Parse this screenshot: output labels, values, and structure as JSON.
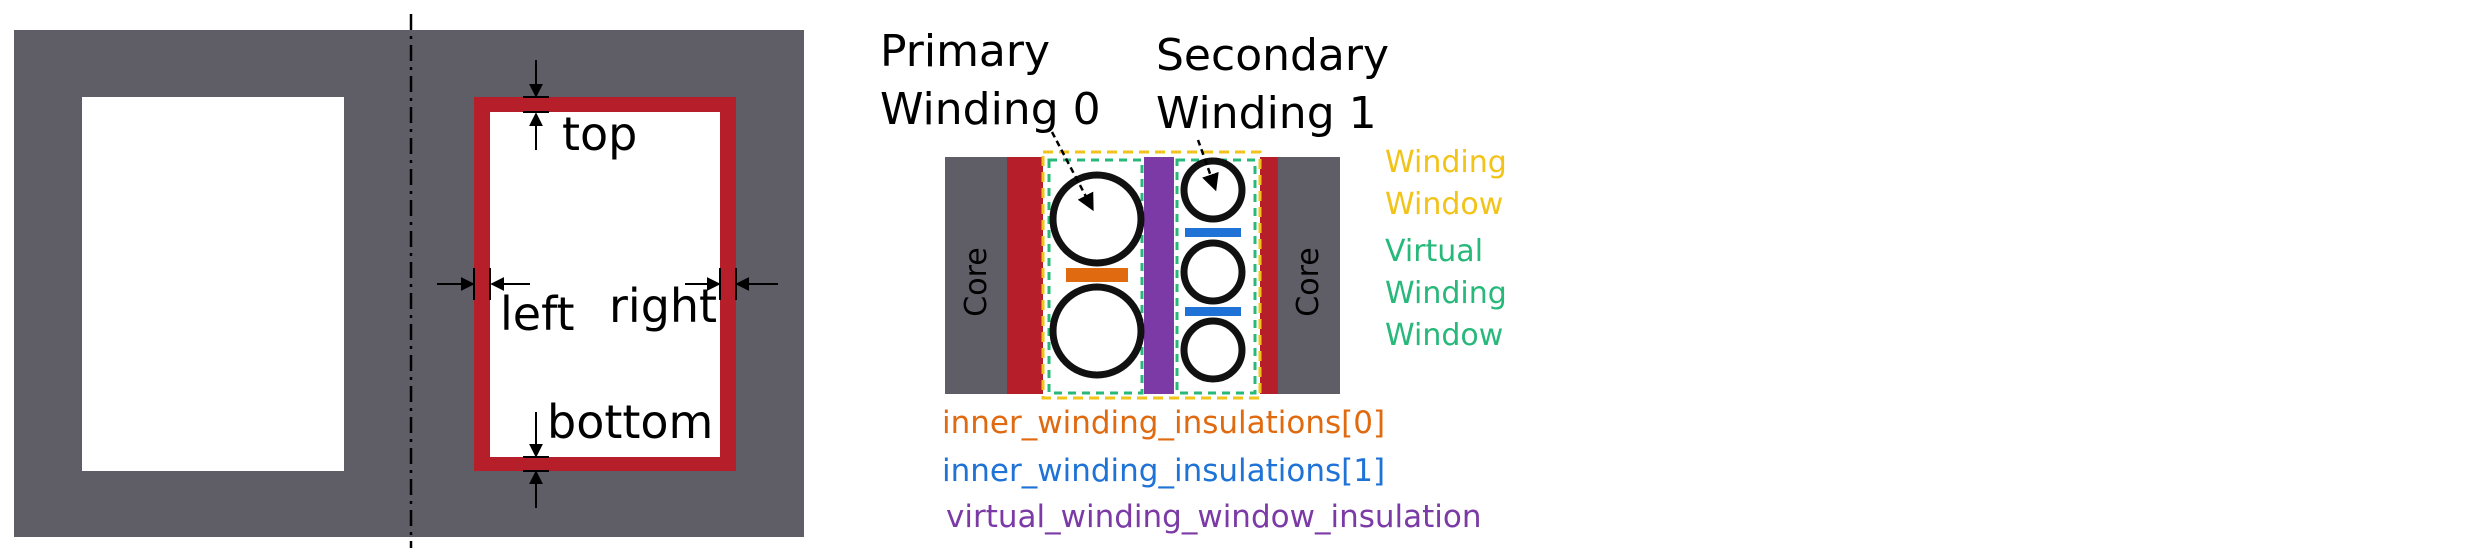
{
  "colors": {
    "core": "#5f5d66",
    "insulation_red": "#b61e2a",
    "winding_window": "#f2c318",
    "virtual_winding_window": "#27b87a",
    "inner_insulation_0": "#e06a10",
    "inner_insulation_1": "#1f72d6",
    "vww_insulation": "#7b3aa6",
    "conductor": "#111111"
  },
  "left_figure": {
    "labels": {
      "top": "top",
      "left": "left",
      "right": "right",
      "bottom": "bottom"
    }
  },
  "right_figure": {
    "primary_label": [
      "Primary",
      "Winding 0"
    ],
    "secondary_label": [
      "Secondary",
      "Winding 1"
    ],
    "core_label": "Core",
    "legend_right": {
      "winding_window": [
        "Winding",
        "Window"
      ],
      "virtual_winding_window": [
        "Virtual",
        "Winding",
        "Window"
      ]
    },
    "legend_bottom": {
      "inner_0": "inner_winding_insulations[0]",
      "inner_1": "inner_winding_insulations[1]",
      "vww": "virtual_winding_window_insulation"
    }
  }
}
